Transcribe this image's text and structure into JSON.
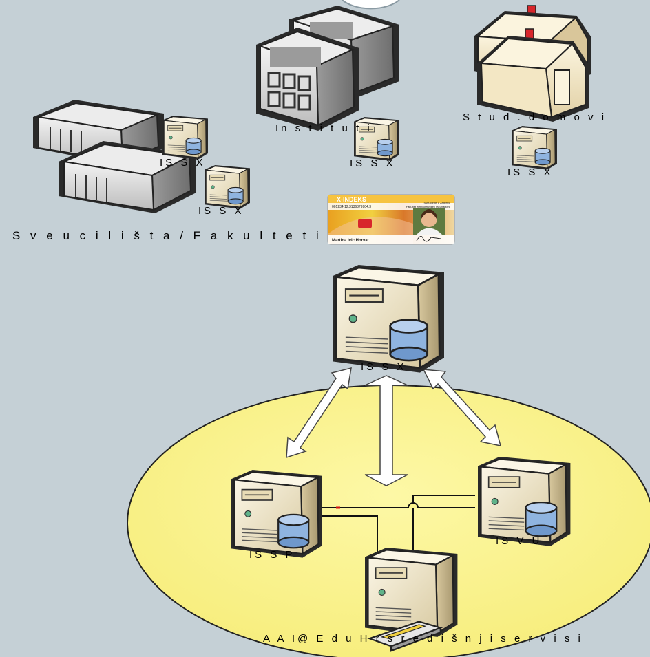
{
  "labels": {
    "universities": "S v e u c i l i š t a  /  F a k u l t e t i",
    "institutes": "In s t i t u t i",
    "dorms": "S t u d .  d o m o v i",
    "issx_uni_1": "IS S X",
    "issx_uni_2": "IS S X",
    "issx_institutes": "IS S X",
    "issx_dorms": "IS S X",
    "issx_central": "IS S X",
    "issp": "IS S P",
    "isvu": "IS V U",
    "aai": "A A I@  E d u H r  s r e d i š n j i  s e r v i s i"
  },
  "card": {
    "header": "X-INDEKS",
    "number": "001234 12.3136879904.3",
    "institution_line1": "Sveučilište u Zagrebu",
    "institution_line2": "Fakultet elektrotehnike i računarstva",
    "name": "Martina Ivic Horvat"
  },
  "colors": {
    "background": "#c5d0d6",
    "ellipse_fill": "#fbf48e",
    "server_body": "#efe4c6",
    "disk": "#8fb4e0"
  }
}
